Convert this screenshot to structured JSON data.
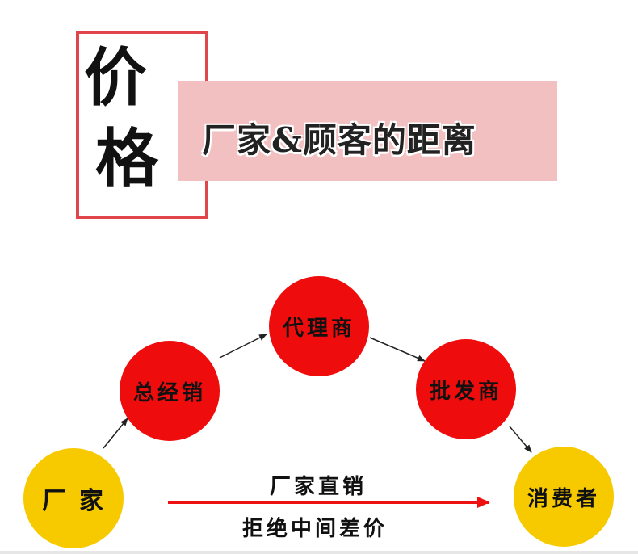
{
  "header": {
    "title_char_1": "价",
    "title_char_2": "格",
    "subtitle": "厂家&顾客的距离"
  },
  "diagram": {
    "nodes": {
      "factory": "厂家",
      "general_distributor": "总经销",
      "agent": "代理商",
      "wholesaler": "批发商",
      "consumer": "消费者"
    },
    "direct_sale": {
      "label_top": "厂家直销",
      "label_bottom": "拒绝中间差价"
    }
  },
  "colors": {
    "frame_red": "#e0454c",
    "band_pink": "#f3c0c2",
    "node_red": "#ee0c0c",
    "node_yellow": "#f7ca00",
    "arrow_red": "#ee1111",
    "arrow_black": "#222222"
  }
}
